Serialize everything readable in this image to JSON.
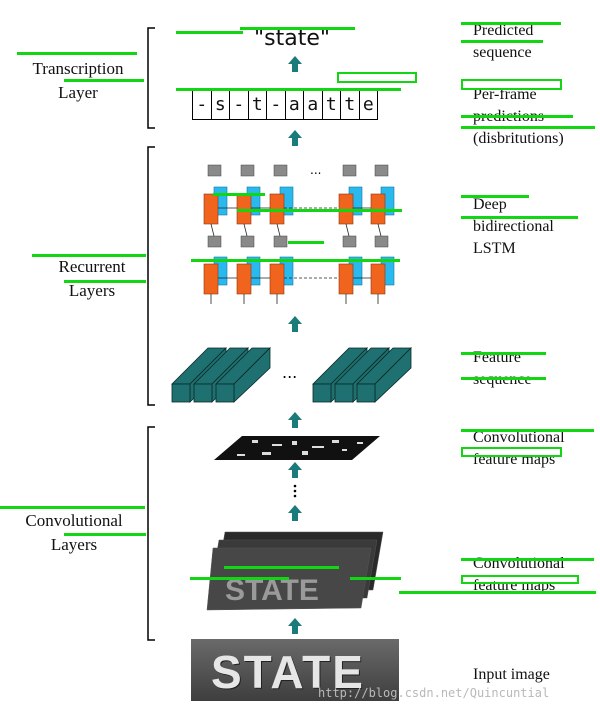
{
  "left_labels": {
    "transcription": [
      "Transcription",
      "Layer"
    ],
    "recurrent": [
      "Recurrent",
      "Layers"
    ],
    "convolutional": [
      "Convolutional",
      "Layers"
    ]
  },
  "top": {
    "predicted_sequence": "\"state\"",
    "frame_chars": [
      "-",
      "s",
      "-",
      "t",
      "-",
      "a",
      "a",
      "t",
      "t",
      "e"
    ],
    "dots": "..."
  },
  "right_labels": {
    "predicted": [
      "Predicted",
      "sequence"
    ],
    "per_frame": [
      "Per-frame",
      "predictions",
      "(disbritutions)"
    ],
    "lstm": [
      "Deep",
      "bidirectional",
      "LSTM"
    ],
    "feature_seq": [
      "Feature",
      "sequence"
    ],
    "conv_maps_top": [
      "Convolutional",
      "feature maps"
    ],
    "conv_maps_bottom": [
      "Convolutional",
      "feature maps"
    ],
    "input": "Input image"
  },
  "input_text": "STATE",
  "watermark": "http://blog.csdn.net/Quincuntial",
  "colors": {
    "arrow": "#1b7a7a",
    "feature_bar": "#1f7070",
    "lstm_orange": "#f0641e",
    "lstm_blue": "#29b9ee",
    "lstm_gray": "#8a8a8a",
    "annotation_green": "#11d611"
  }
}
